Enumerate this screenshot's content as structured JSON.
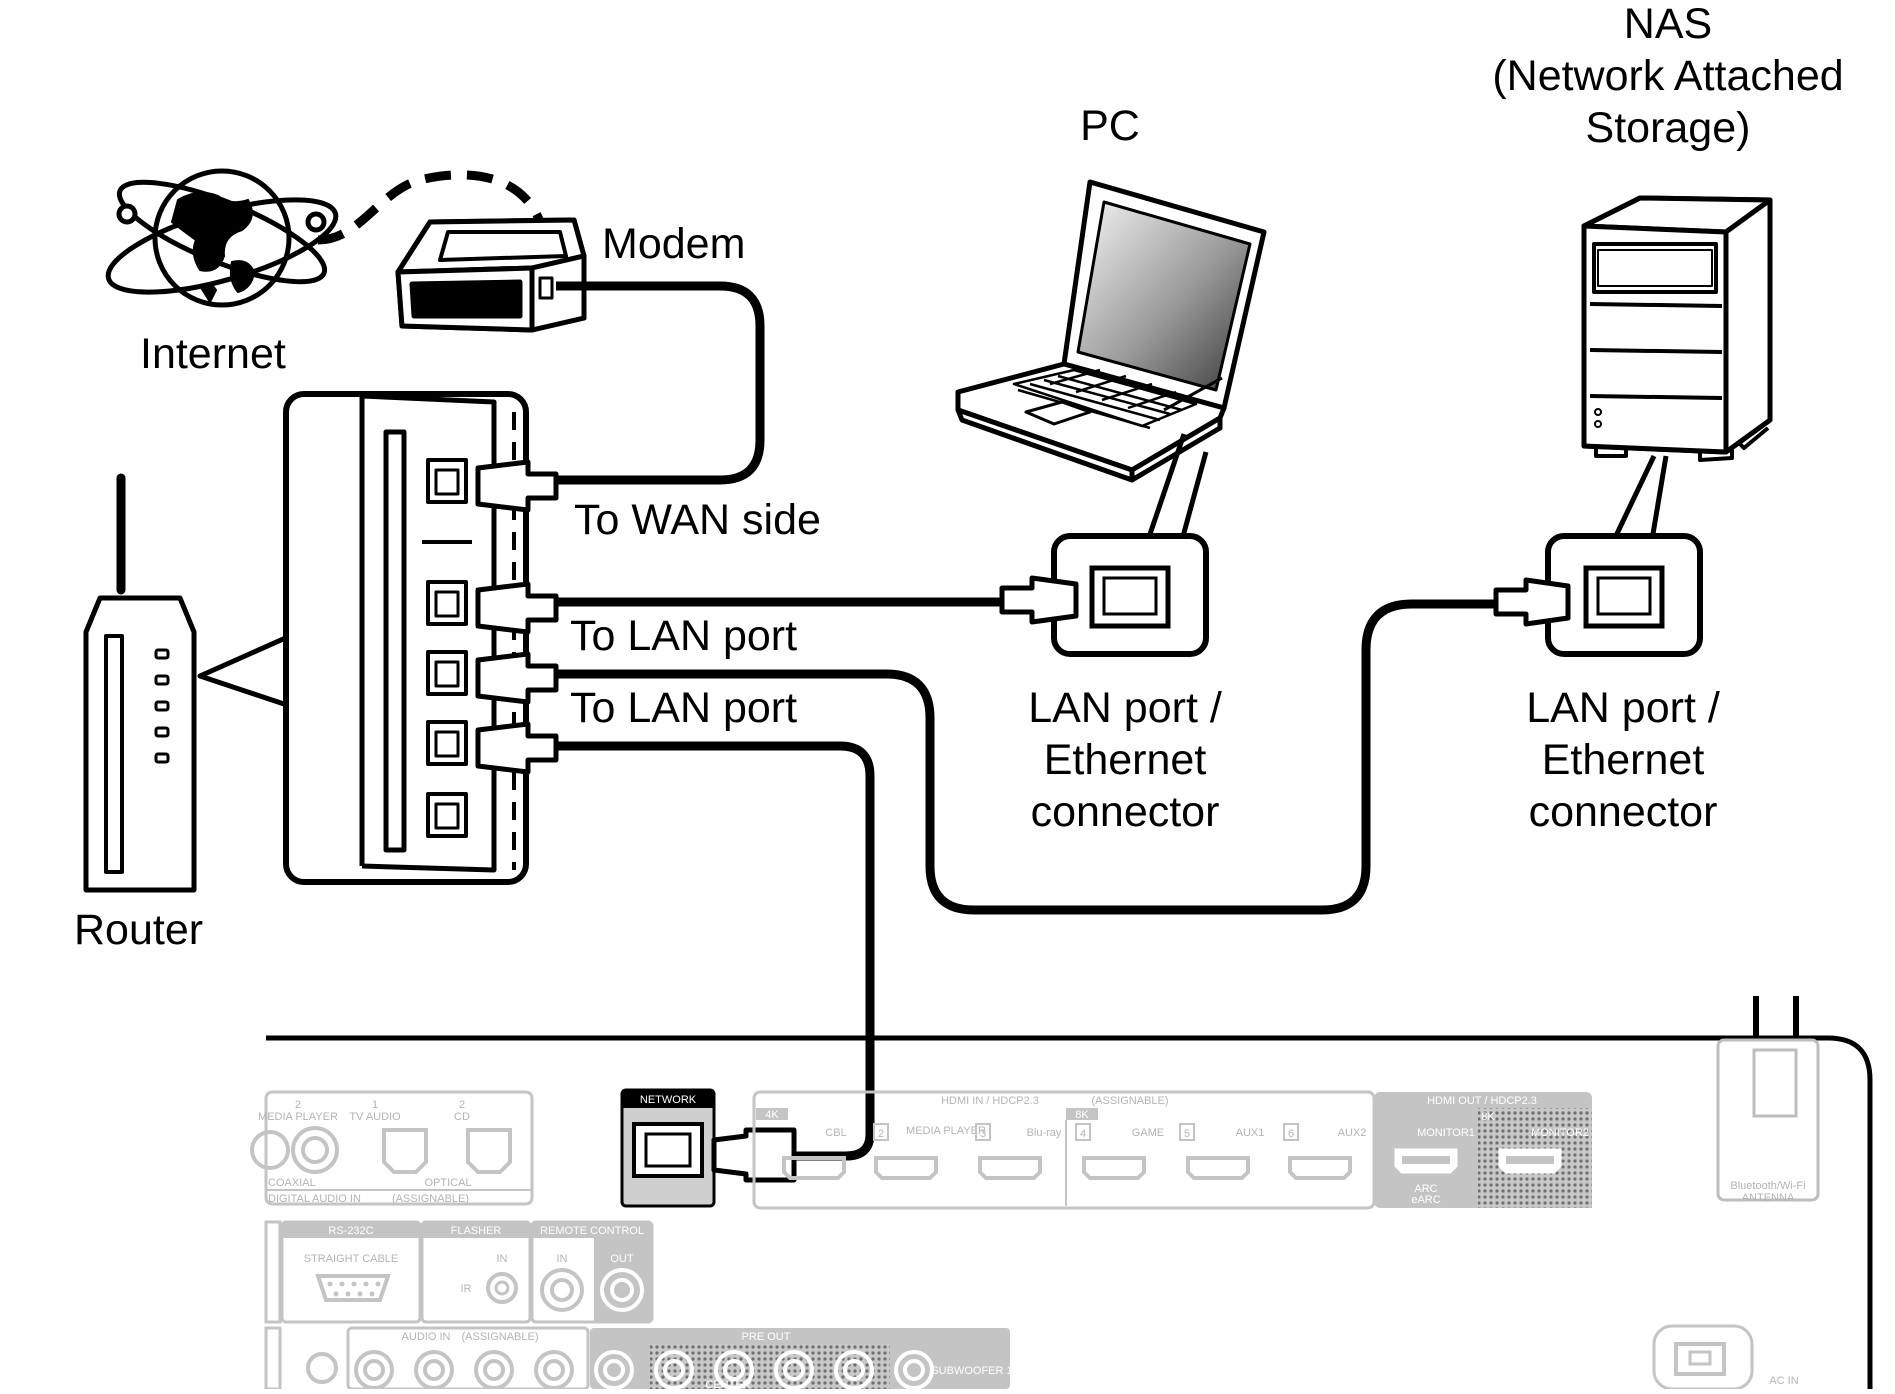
{
  "labels": {
    "nas": [
      "NAS",
      "(Network Attached",
      "Storage)"
    ],
    "pc": "PC",
    "modem": "Modem",
    "internet": "Internet",
    "to_wan": "To WAN side",
    "to_lan_1": "To LAN port",
    "to_lan_2": "To LAN port",
    "router": "Router",
    "pc_port": [
      "LAN port /",
      "Ethernet",
      "connector"
    ],
    "nas_port": [
      "LAN port /",
      "Ethernet",
      "connector"
    ]
  },
  "panel": {
    "network": "NETWORK",
    "hdmi_in": "HDMI IN / HDCP2.3",
    "hdmi_in_sub": "(ASSIGNABLE)",
    "hdmi_out": "HDMI OUT / HDCP2.3",
    "bt_antenna": [
      "Bluetooth/Wi-Fi",
      "ANTENNA"
    ],
    "coaxial": "COAXIAL",
    "optical": "OPTICAL",
    "digital_audio_in": "DIGITAL AUDIO IN",
    "digital_audio_in_sub": "(ASSIGNABLE)",
    "rs232c": "RS-232C",
    "straight_cable": "STRAIGHT CABLE",
    "flasher": "FLASHER",
    "remote_control": "REMOTE CONTROL",
    "in": "IN",
    "out": "OUT",
    "ir": "IR",
    "audio_in": "AUDIO IN",
    "audio_in_sub": "(ASSIGNABLE)",
    "pre_out": "PRE OUT",
    "center": "CENTER",
    "subwoofer": "SUBWOOFER 1",
    "ac_in": "AC IN",
    "media_player": "MEDIA PLAYER",
    "tv_audio": "TV AUDIO",
    "cd": "CD",
    "cbl": "CBL",
    "bluray": "Blu-ray",
    "game": "GAME",
    "aux1": "AUX1",
    "aux2": "AUX2",
    "monitor1": "MONITOR1",
    "monitor2": "MONITOR2",
    "arc": "ARC",
    "earc": "eARC",
    "k4": "4K",
    "k8": "8K",
    "k8_out": "8K",
    "num_1": "1",
    "num_2": "2",
    "num_3": "3",
    "num_4": "4",
    "num_5": "5",
    "num_6": "6"
  }
}
